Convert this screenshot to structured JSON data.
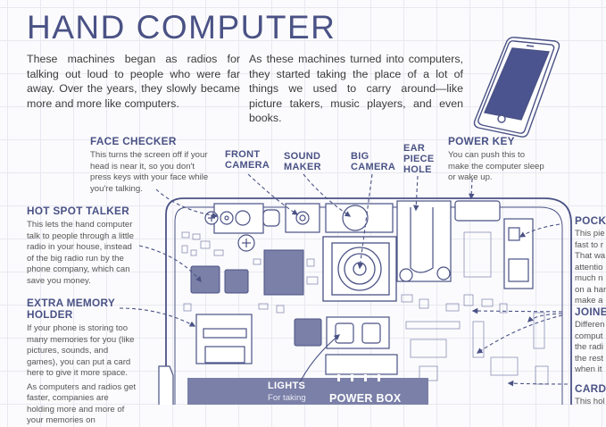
{
  "page": {
    "title": "HAND COMPUTER",
    "intro_left": "These machines began as radios for talking out loud to people who were far away. Over the years, they slowly became more and more like computers.",
    "intro_right": "As these machines turned into computers, they started taking the place of a lot of things we used to carry around—like picture takers, music players, and even books."
  },
  "callouts": {
    "face_checker": {
      "title": "FACE CHECKER",
      "text": "This turns the screen off if your head is near it, so you don't press keys with your face while you're talking."
    },
    "front_camera": {
      "title_line1": "FRONT",
      "title_line2": "CAMERA"
    },
    "sound_maker": {
      "title_line1": "SOUND",
      "title_line2": "MAKER"
    },
    "big_camera": {
      "title_line1": "BIG",
      "title_line2": "CAMERA"
    },
    "ear_piece_hole": {
      "title_line1": "EAR",
      "title_line2": "PIECE",
      "title_line3": "HOLE"
    },
    "power_key": {
      "title": "POWER KEY",
      "text": "You can push this to make the computer sleep or wake up."
    },
    "hot_spot_talker": {
      "title": "HOT SPOT TALKER",
      "text": "This lets the hand computer talk to people through a little radio in your house, instead of the big radio run by the phone company, which can save you money."
    },
    "extra_memory_holder": {
      "title_line1": "EXTRA MEMORY",
      "title_line2": "HOLDER",
      "text": "If your phone is storing too many memories for you (like pictures, sounds, and games), you can put a card here to give it more space.",
      "text2": "As computers and radios get faster, companies are holding more and more of your memories on"
    },
    "pocket": {
      "title": "POCKE",
      "lines": [
        "This pie",
        "fast to r",
        "That wa",
        "attentio",
        "much n",
        "on a har",
        "make a"
      ]
    },
    "joiners": {
      "title": "JOINE",
      "lines": [
        "Differen",
        "comput",
        "the radi",
        "the rest",
        "when it"
      ]
    },
    "card": {
      "title": "CARD",
      "lines": [
        "This hol"
      ]
    },
    "lights": {
      "title": "LIGHTS",
      "text": "For taking"
    },
    "power_box": {
      "title": "POWER BOX"
    }
  },
  "colors": {
    "ink": "#4a5285",
    "fill": "#7b80a8",
    "screen": "#4c5490",
    "text": "#3b3b3b"
  }
}
